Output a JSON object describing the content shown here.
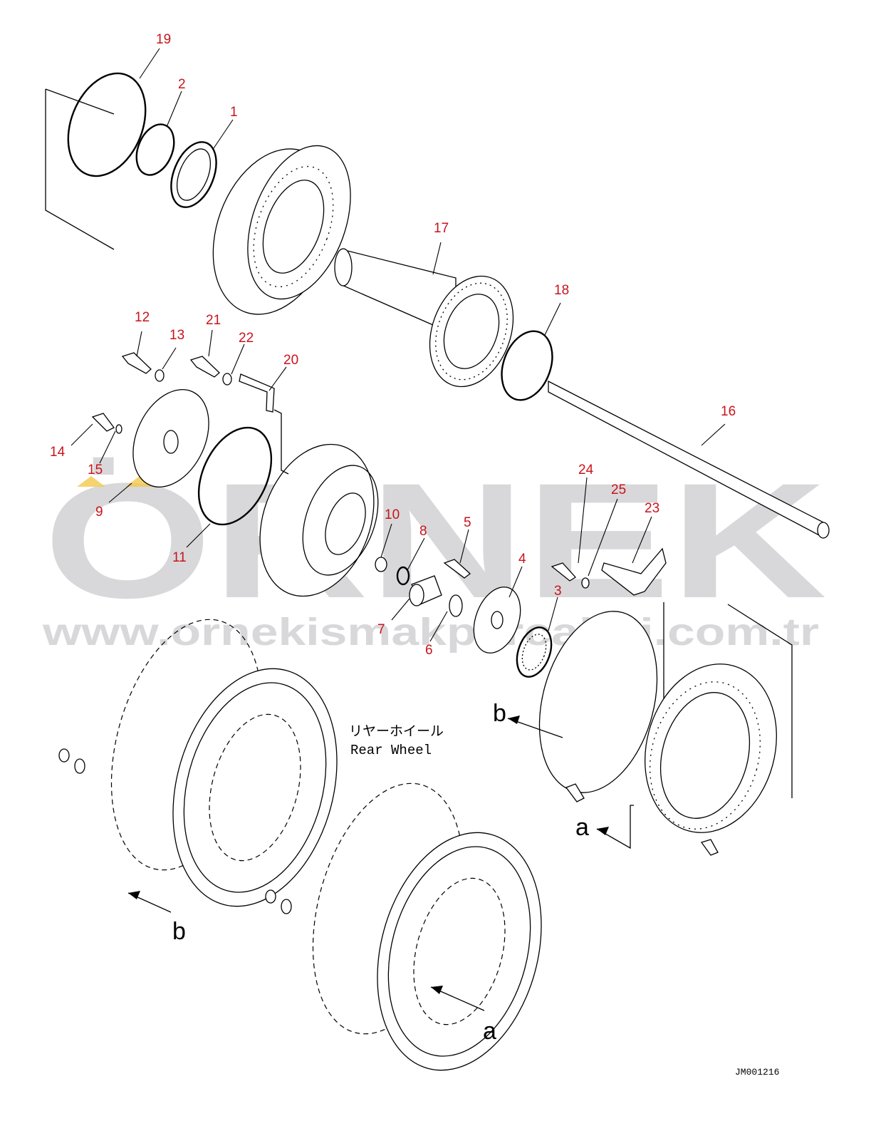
{
  "callouts": [
    {
      "id": "19",
      "label": "19"
    },
    {
      "id": "2",
      "label": "2"
    },
    {
      "id": "1",
      "label": "1"
    },
    {
      "id": "17",
      "label": "17"
    },
    {
      "id": "18",
      "label": "18"
    },
    {
      "id": "16",
      "label": "16"
    },
    {
      "id": "12",
      "label": "12"
    },
    {
      "id": "13",
      "label": "13"
    },
    {
      "id": "21",
      "label": "21"
    },
    {
      "id": "22",
      "label": "22"
    },
    {
      "id": "20",
      "label": "20"
    },
    {
      "id": "14",
      "label": "14"
    },
    {
      "id": "15",
      "label": "15"
    },
    {
      "id": "9",
      "label": "9"
    },
    {
      "id": "11",
      "label": "11"
    },
    {
      "id": "10",
      "label": "10"
    },
    {
      "id": "8",
      "label": "8"
    },
    {
      "id": "5",
      "label": "5"
    },
    {
      "id": "4",
      "label": "4"
    },
    {
      "id": "3",
      "label": "3"
    },
    {
      "id": "7",
      "label": "7"
    },
    {
      "id": "6",
      "label": "6"
    },
    {
      "id": "24",
      "label": "24"
    },
    {
      "id": "25",
      "label": "25"
    },
    {
      "id": "23",
      "label": "23"
    }
  ],
  "wheel_label": {
    "jp": "リヤーホイール",
    "en": "Rear Wheel"
  },
  "view_markers": {
    "a": "a",
    "b": "b"
  },
  "watermark": {
    "brand": "ÖRNEK",
    "url": "www.ornekismakparcalari.com.tr"
  },
  "drawing_code": "JM001216",
  "colors": {
    "callout": "#c8141c",
    "line": "#000000",
    "watermark": "#b9b9bd",
    "accent": "#f2c84b"
  }
}
